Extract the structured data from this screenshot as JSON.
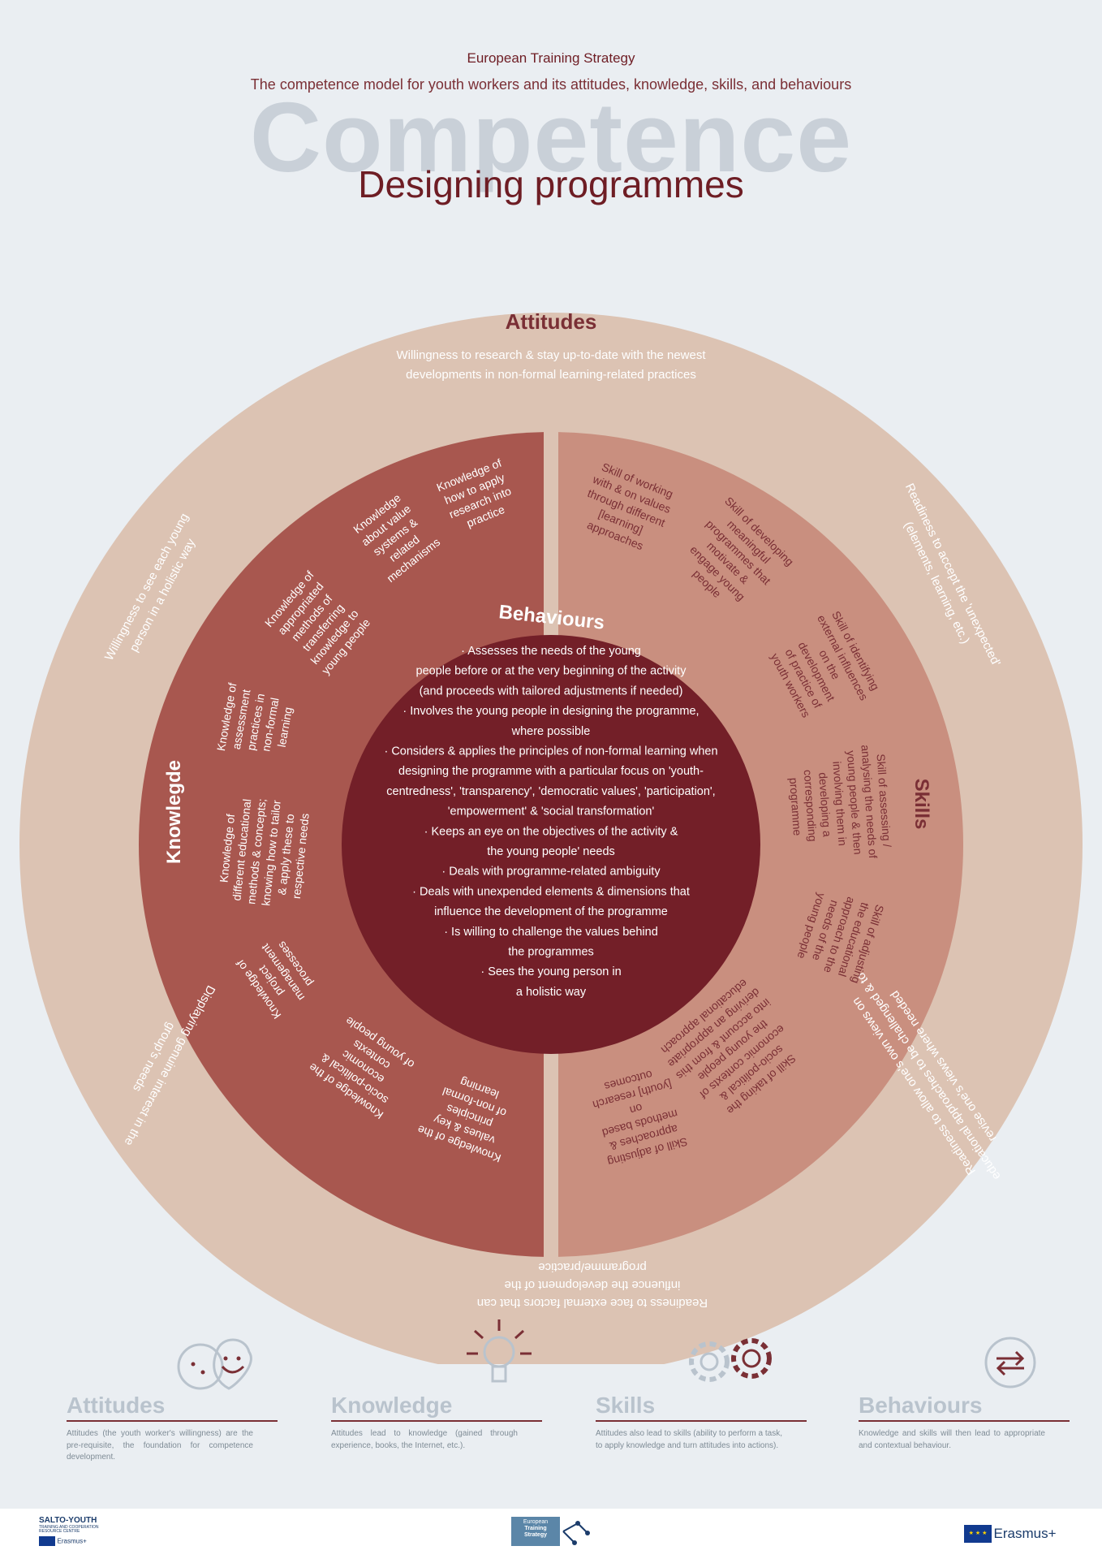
{
  "header": {
    "org": "European Training Strategy",
    "subtitle": "The competence model for youth workers and its attitudes, knowledge, skills, and behaviours",
    "background_word": "Competence",
    "title": "Designing programmes"
  },
  "colors": {
    "background": "#eaeef2",
    "attitudes_ring": "#dcc3b3",
    "knowledge_section": "#a8574f",
    "skills_section": "#c98f7f",
    "behaviours_core": "#731f28",
    "accent_text": "#7a2f35"
  },
  "attitudes": {
    "label": "Attitudes",
    "top_line1": "Willingness to research & stay up-to-date with the newest",
    "top_line2": "developments in non-formal learning-related practices",
    "left_line1": "Willingness to see each young",
    "left_line2": "person in a holistic way",
    "right_line1": "Readiness to accept the 'unexpected'",
    "right_line2": "(elements, learning, etc.)",
    "bottom_right_line1": "Readiness to allow one's own views on",
    "bottom_right_line2": "educational approaches to be challenged & to",
    "bottom_right_line3": "revise one's views where needed",
    "bottom_line1": "Readiness to face external factors that can",
    "bottom_line2": "influence the development of the",
    "bottom_line3": "programme/practice",
    "bottom_left_line1": "Displaying genuine interest in the",
    "bottom_left_line2": "group's needs"
  },
  "knowledge": {
    "label": "Knowlegde",
    "items": [
      [
        "Knowledge of",
        "how to apply",
        "research into",
        "practice"
      ],
      [
        "Knowledge",
        "about value",
        "systems &",
        "related",
        "mechanisms"
      ],
      [
        "Knowledge of",
        "appropriated",
        "methods of",
        "transferring",
        "knowledge to",
        "young people"
      ],
      [
        "Knowledge of",
        "assessment",
        "practices in",
        "non-formal",
        "learning"
      ],
      [
        "Knowledge of",
        "different educational",
        "methods & concepts;",
        "knowing how to tailor",
        "& apply these to",
        "respective needs"
      ],
      [
        "Knowledge of",
        "project",
        "management",
        "processes"
      ],
      [
        "Knowledge of the",
        "socio-political &",
        "economic",
        "contexts",
        "of young people"
      ],
      [
        "Knowledge of the",
        "values & key",
        "principles",
        "of non-formal",
        "learning"
      ]
    ]
  },
  "skills": {
    "label": "Skills",
    "items": [
      [
        "Skill of working",
        "with & on values",
        "through different",
        "[learning]",
        "approaches"
      ],
      [
        "Skill of developing",
        "meaningful",
        "programmes that",
        "motivate &",
        "engage young",
        "people"
      ],
      [
        "Skill of identifying",
        "external influences",
        "on the",
        "development",
        "of practice of",
        "youth workers"
      ],
      [
        "Skill of assessing /",
        "analysing the needs of",
        "young people & then",
        "involving them in",
        "developing a",
        "corresponding",
        "programme"
      ],
      [
        "Skill of adjusting",
        "the educational",
        "approach to the",
        "needs of the",
        "young people"
      ],
      [
        "Skill of taking the",
        "socio-political &",
        "economic contexts of",
        "the young people",
        "into account & from this",
        "deriving an appropriate",
        "educational approach"
      ],
      [
        "Skill of adjusting",
        "approaches &",
        "methods based",
        "on",
        "[youth] research",
        "outcomes"
      ]
    ]
  },
  "behaviours": {
    "label": "Behaviours",
    "lines": [
      "· Assesses  the needs of the young",
      "people before or at the very beginning of the activity",
      "(and proceeds with tailored adjustments if needed)",
      "· Involves the young people in designing the programme,",
      "where possible",
      "· Considers & applies the principles of non-formal learning when",
      "designing the programme with a particular focus on 'youth-",
      "centredness', 'transparency', 'democratic values', 'participation',",
      "'empowerment' & 'social transformation'",
      "· Keeps an eye on the objectives of the activity &",
      "the young people' needs",
      "· Deals with programme-related ambiguity",
      "· Deals with unexpended elements & dimensions that",
      "influence the development of the programme",
      "· Is willing to challenge the values behind",
      "the programmes",
      "· Sees the young person in",
      "a holistic way"
    ]
  },
  "legend": [
    {
      "title": "Attitudes",
      "icon": "smiling-faces-icon",
      "text": "Attitudes (the youth worker's willingness) are the pre-requisite, the foundation for competence development."
    },
    {
      "title": "Knowledge",
      "icon": "lightbulb-icon",
      "text": "Attitudes lead to knowledge (gained through experience, books, the Internet, etc.)."
    },
    {
      "title": "Skills",
      "icon": "gears-icon",
      "text": "Attitudes also lead to skills (ability to perform a task, to apply knowledge and turn attitudes into actions)."
    },
    {
      "title": "Behaviours",
      "icon": "exchange-arrows-icon",
      "text": "Knowledge and skills will then lead to appropriate and contextual behaviour."
    }
  ],
  "footer": {
    "salto_line1": "SALTO-YOUTH",
    "salto_line2": "TRAINING AND COOPERATION",
    "salto_line3": "RESOURCE CENTRE",
    "erasmus_small": "Erasmus+",
    "ets_line1": "European",
    "ets_line2": "Training",
    "ets_line3": "Strategy",
    "erasmus_big": "Erasmus+"
  }
}
